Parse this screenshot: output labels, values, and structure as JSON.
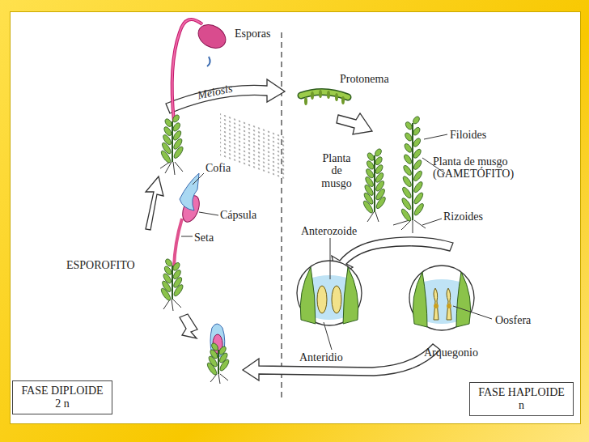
{
  "diagram": {
    "nodes": [
      {
        "text": [
          "FASE DIPLOIDE",
          "2 n"
        ]
      },
      {
        "text": [
          "FASE HAPLOIDE",
          "n"
        ]
      }
    ],
    "labels": [
      "Esporas",
      "Meiosis",
      "Protonema",
      "Filoides",
      "Planta de musgo",
      "Planta de musgo (GAMETÓFITO)",
      "Rizoides",
      "Cofia",
      "Cápsula",
      "Seta",
      "ESPOROFITO",
      "Anterozoide",
      "Anteridio",
      "Oosfera",
      "Arquegonio"
    ]
  }
}
